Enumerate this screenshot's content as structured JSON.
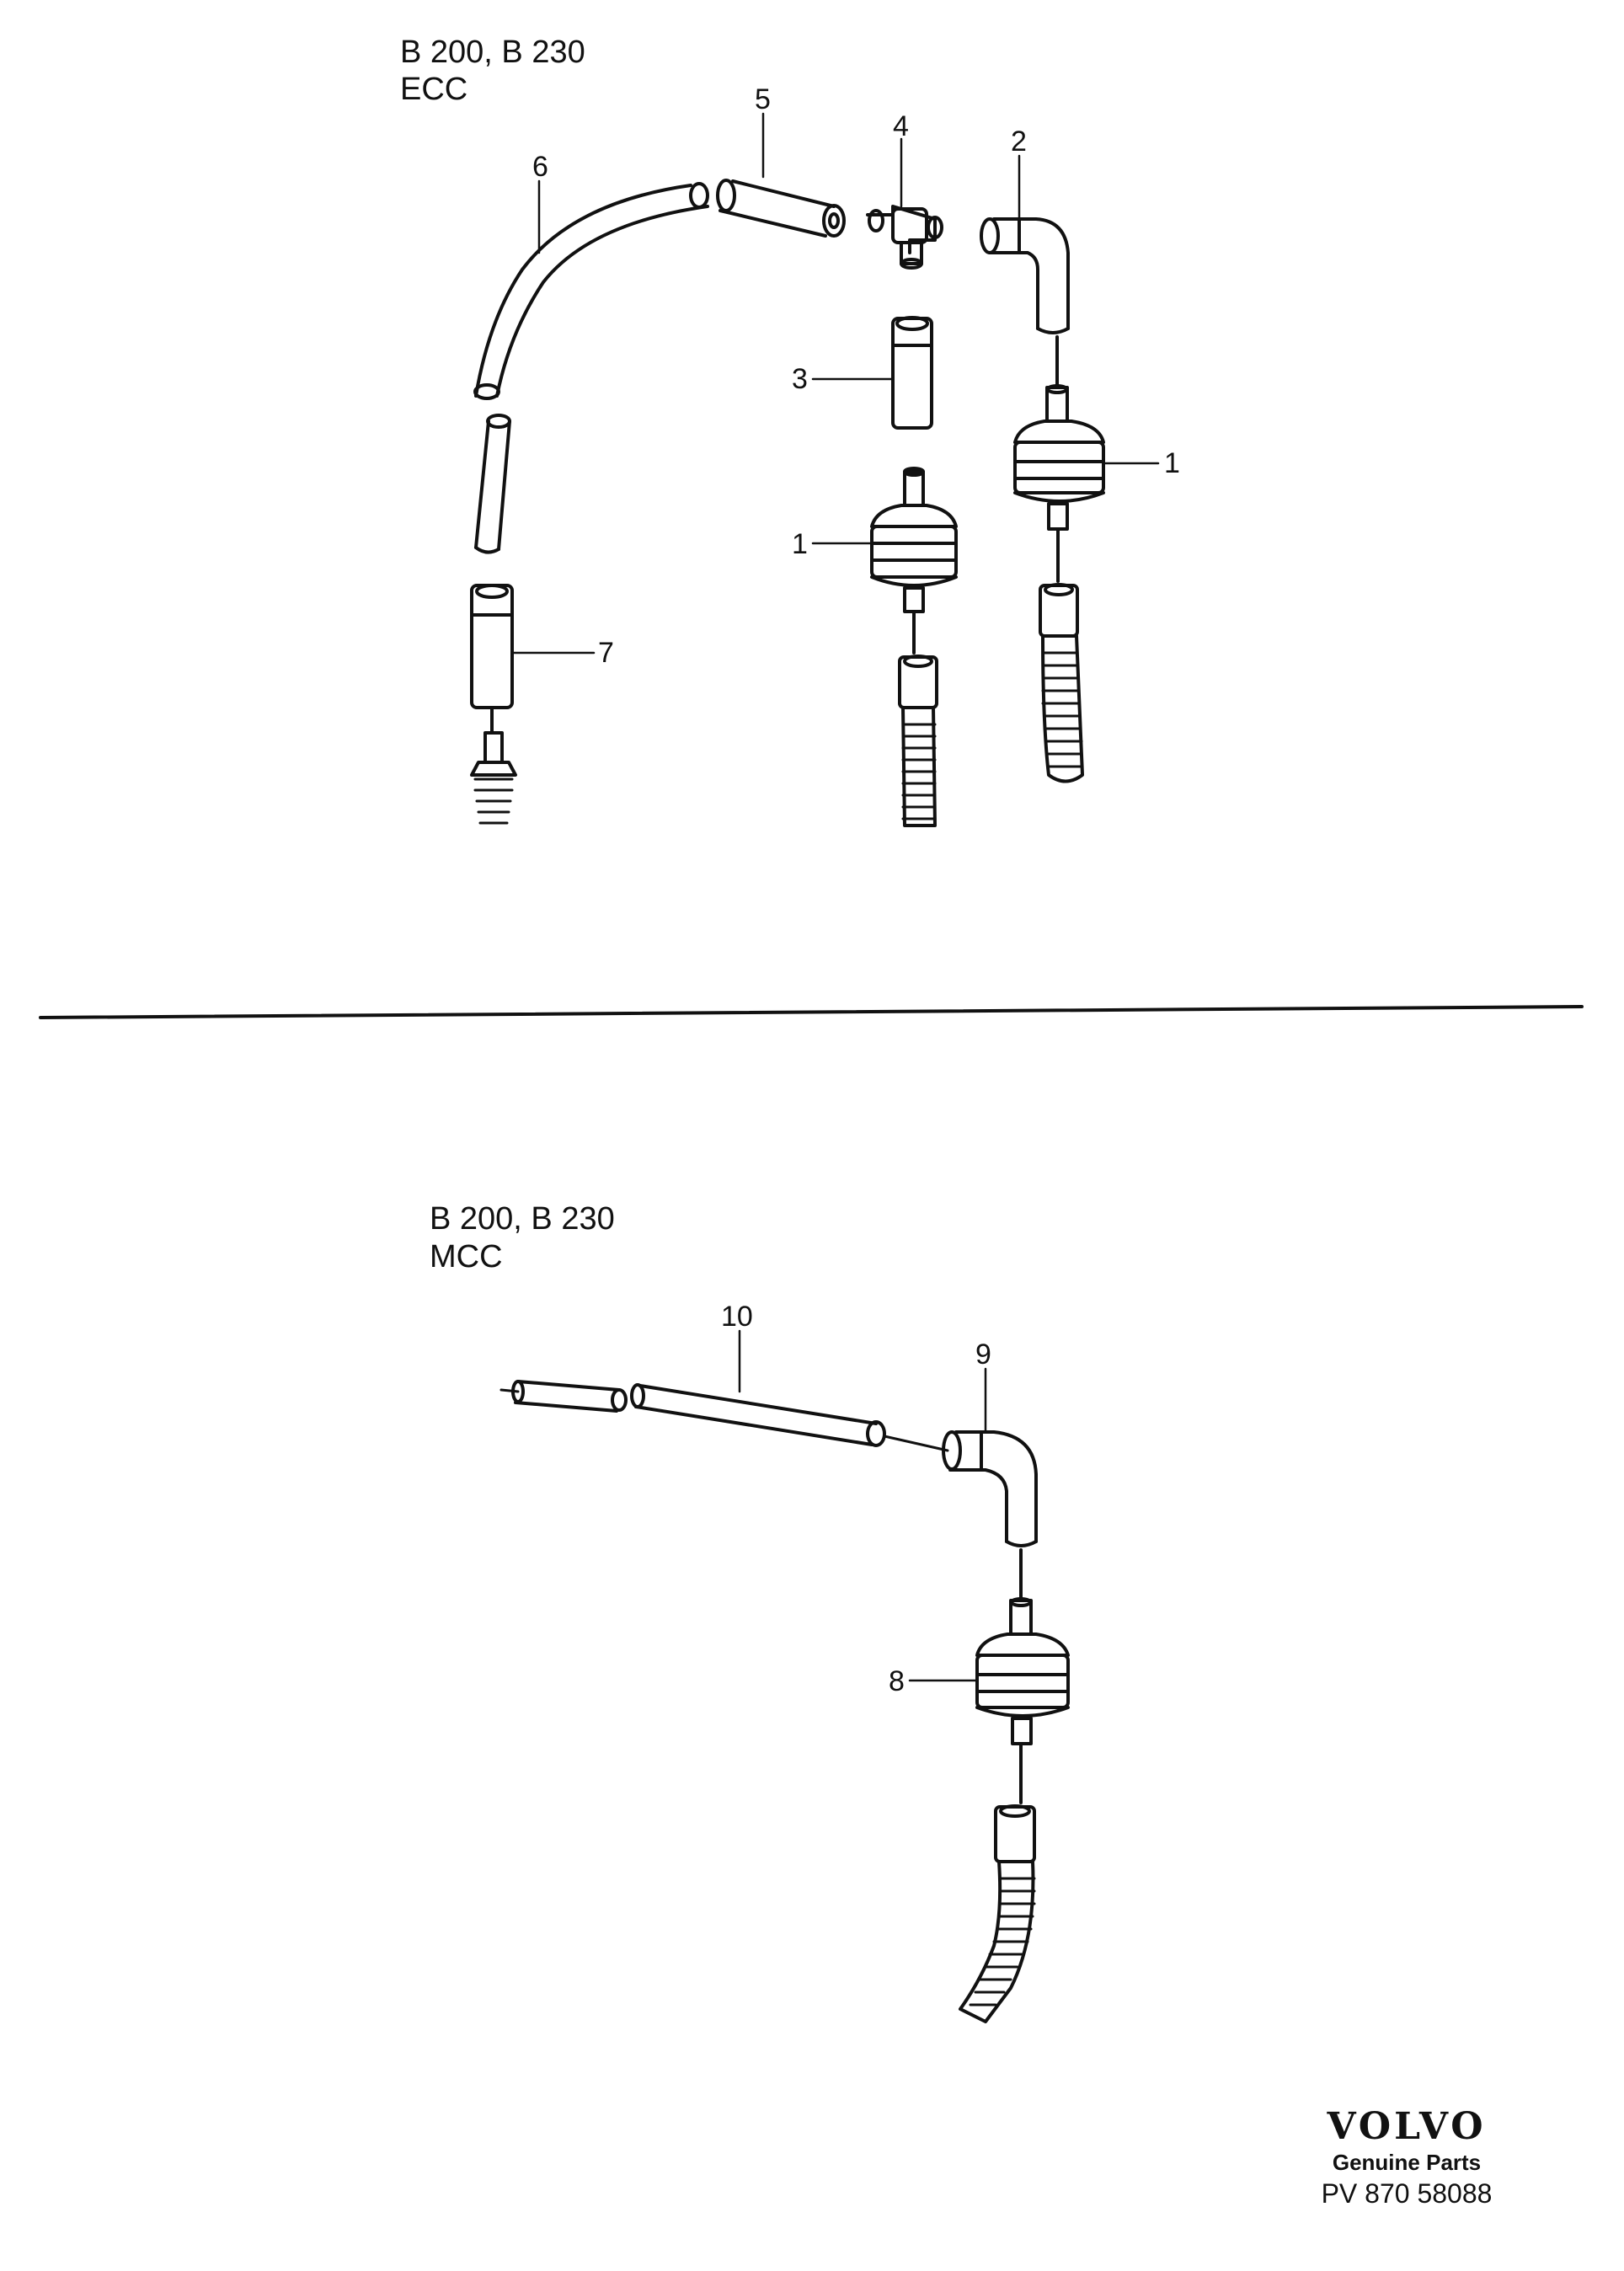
{
  "sections": [
    {
      "engine": "B 200, B 230",
      "variant": "ECC"
    },
    {
      "engine": "B 200, B 230",
      "variant": "MCC"
    }
  ],
  "callouts": [
    "1",
    "1",
    "2",
    "3",
    "4",
    "5",
    "6",
    "7",
    "8",
    "9",
    "10"
  ],
  "brand": {
    "logo": "VOLVO",
    "tagline": "Genuine Parts",
    "code": "PV  870 58088"
  }
}
